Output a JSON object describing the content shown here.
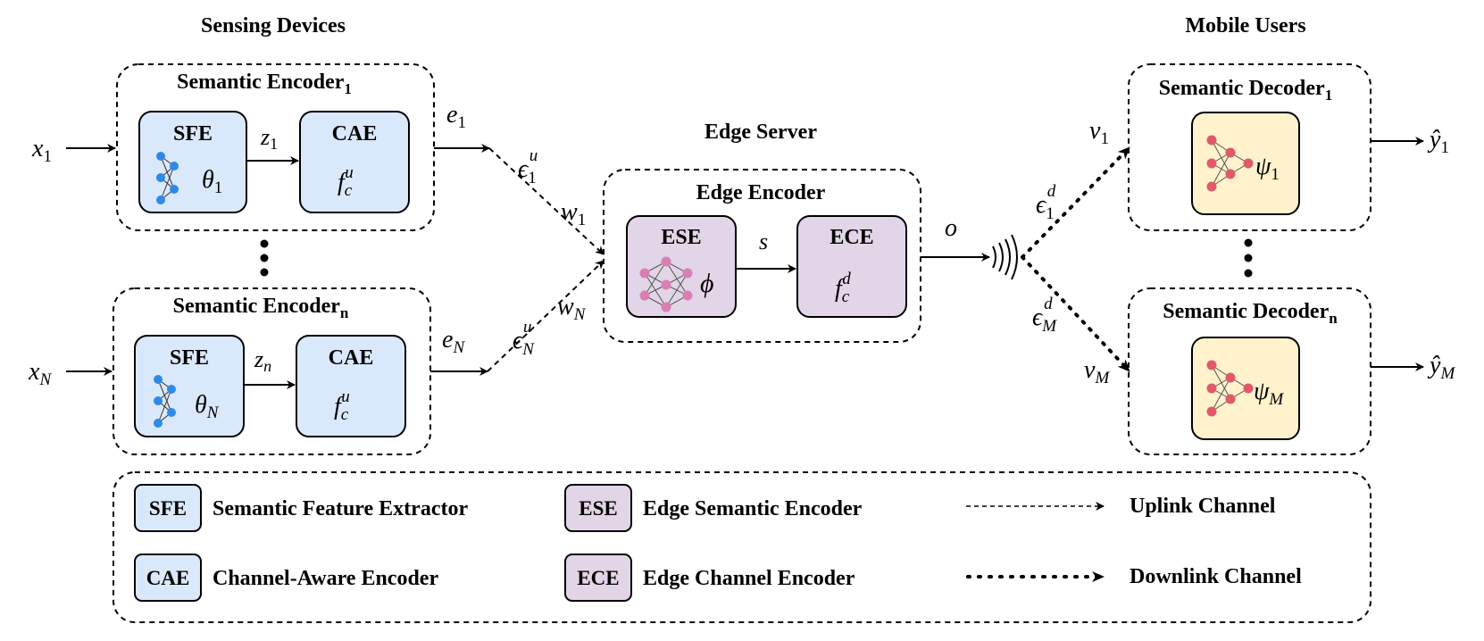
{
  "sections": {
    "sensing": "Sensing Devices",
    "edge": "Edge Server",
    "mobile": "Mobile Users"
  },
  "encoders": {
    "enc1": "Semantic Encoder",
    "enc1_sub": "1",
    "encN": "Semantic Encoder",
    "encN_sub": "n",
    "sfe": "SFE",
    "cae": "CAE",
    "theta1": "θ",
    "theta1_sub": "1",
    "thetaN": "θ",
    "thetaN_sub": "N",
    "fc": "f",
    "fc_sub": "c",
    "fc_u": "u"
  },
  "edge_encoder": {
    "title": "Edge Encoder",
    "ese": "ESE",
    "ece": "ECE",
    "phi": "ϕ",
    "s": "s",
    "fc": "f",
    "fc_sub": "c",
    "fc_d": "d"
  },
  "decoders": {
    "dec1": "Semantic Decoder",
    "dec1_sub": "1",
    "decN": "Semantic Decoder",
    "decN_sub": "n",
    "psi1": "ψ",
    "psi1_sub": "1",
    "psiM": "ψ",
    "psiM_sub": "M"
  },
  "signals": {
    "x": "x",
    "x1_sub": "1",
    "xN_sub": "N",
    "z": "z",
    "z1_sub": "1",
    "zn_sub": "n",
    "e": "e",
    "e1_sub": "1",
    "eN_sub": "N",
    "eps": "ϵ",
    "eps1_sub": "1",
    "epsN_sub": "N",
    "eps_u": "u",
    "w": "w",
    "w1_sub": "1",
    "wN_sub": "N",
    "o": "o",
    "eps_d": "d",
    "epsd1_sub": "1",
    "epsdM_sub": "M",
    "v": "v",
    "v1_sub": "1",
    "vM_sub": "M",
    "y": "ŷ",
    "y1_sub": "1",
    "yM_sub": "M"
  },
  "legend": {
    "sfe_abbr": "SFE",
    "sfe_desc": "Semantic Feature Extractor",
    "cae_abbr": "CAE",
    "cae_desc": "Channel-Aware Encoder",
    "ese_abbr": "ESE",
    "ese_desc": "Edge Semantic Encoder",
    "ece_abbr": "ECE",
    "ece_desc": "Edge Channel Encoder",
    "uplink": "Uplink Channel",
    "downlink": "Downlink Channel"
  },
  "colors": {
    "blue_fill": "#dae8fc",
    "purple_fill": "#e1d5e7",
    "yellow_fill": "#fff2cc",
    "blue_node": "#2e8ae6",
    "pink_node": "#d97fb6",
    "red_node": "#e05a6a",
    "stroke": "#000000"
  }
}
